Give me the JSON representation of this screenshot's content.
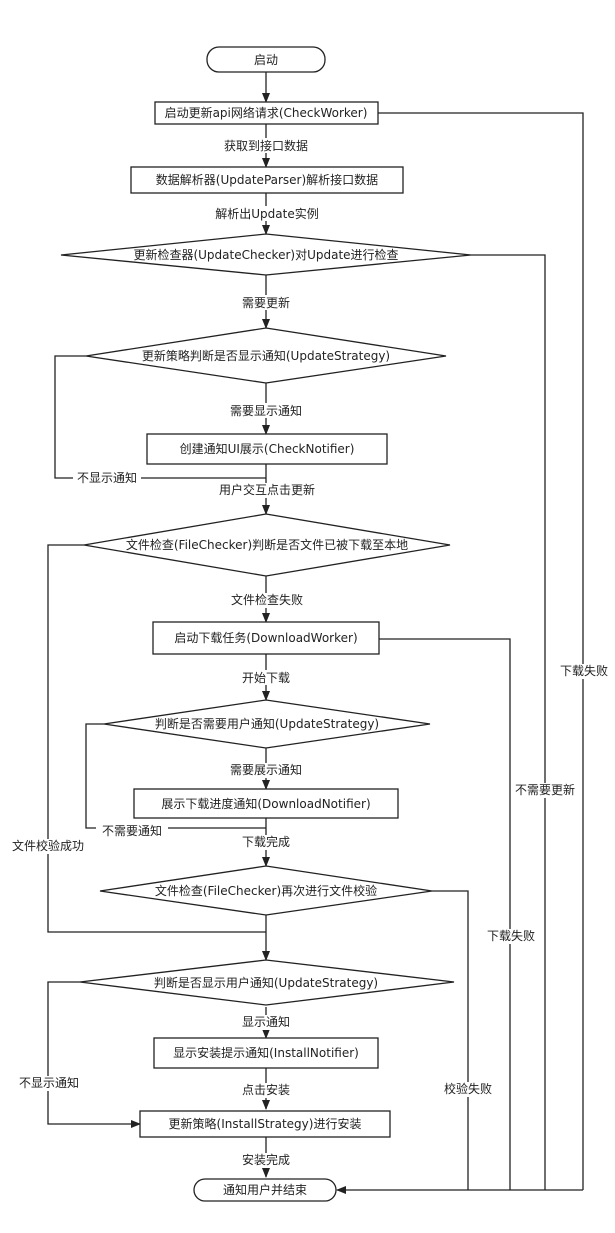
{
  "nodes": {
    "start": "启动",
    "check_worker": "启动更新api网络请求(CheckWorker)",
    "update_parser": "数据解析器(UpdateParser)解析接口数据",
    "update_checker": "更新检查器(UpdateChecker)对Update进行检查",
    "update_strategy_show": "更新策略判断是否显示通知(UpdateStrategy)",
    "check_notifier": "创建通知UI展示(CheckNotifier)",
    "file_checker": "文件检查(FileChecker)判断是否文件已被下载至本地",
    "download_worker": "启动下载任务(DownloadWorker)",
    "need_user_notify": "判断是否需要用户通知(UpdateStrategy)",
    "download_notifier": "展示下载进度通知(DownloadNotifier)",
    "file_recheck": "文件检查(FileChecker)再次进行文件校验",
    "show_user_notify": "判断是否显示用户通知(UpdateStrategy)",
    "install_notifier": "显示安装提示通知(InstallNotifier)",
    "install_strategy": "更新策略(InstallStrategy)进行安装",
    "end": "通知用户并结束"
  },
  "labels": {
    "got_data": "获取到接口数据",
    "parsed_update": "解析出Update实例",
    "need_update": "需要更新",
    "need_show_notify": "需要显示通知",
    "no_show_notify_1": "不显示通知",
    "user_click_update": "用户交互点击更新",
    "file_check_failed": "文件检查失败",
    "start_download": "开始下载",
    "need_show_progress": "需要展示通知",
    "no_need_notify": "不需要通知",
    "download_done": "下载完成",
    "file_verify_ok": "文件校验成功",
    "show_notify": "显示通知",
    "no_show_notify_2": "不显示通知",
    "click_install": "点击安装",
    "install_done": "安装完成",
    "verify_failed": "校验失败",
    "download_failed_1": "下载失败",
    "no_need_update": "不需要更新",
    "download_failed_2": "下载失败"
  }
}
